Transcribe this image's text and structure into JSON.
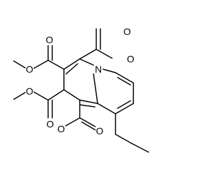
{
  "diagram": {
    "type": "skeletal-structure",
    "atom_color": "#000000",
    "labels": {
      "n1": "N",
      "o1": "O",
      "o2": "O",
      "o3": "O",
      "o4": "O",
      "o5": "O",
      "o6": "O",
      "o7": "O",
      "o8": "O"
    }
  }
}
